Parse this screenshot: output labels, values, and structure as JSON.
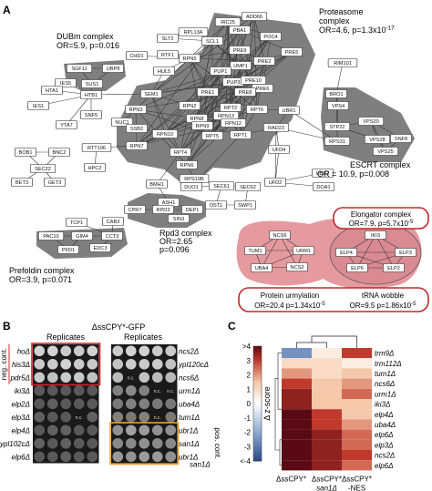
{
  "panel_letters": {
    "a": "A",
    "b": "B",
    "c": "C"
  },
  "network": {
    "complexes": {
      "proteasome": {
        "name": "Proteasome",
        "name2": "complex",
        "stats": "OR=4.6, p=1.3x10",
        "exp": "-17"
      },
      "dubm": {
        "name": "DUBm complex",
        "stats": "OR=5.9, p=0.016"
      },
      "escrt": {
        "name": "ESCRT complex",
        "stats": "OR = 10.9, p=0.008"
      },
      "rpd3": {
        "name": "Rpd3 complex",
        "or": "OR=2.65",
        "p": "p=0.096"
      },
      "prefoldin": {
        "name": "Prefoldin complex",
        "stats": "OR=3.9, p=0.071"
      },
      "elongator": {
        "name": "Elongator complex",
        "stats": "OR=7.9, p=5.7x10",
        "exp": "-5"
      },
      "urmylation": {
        "name": "Protein urmylation",
        "stats": "OR=20.4 p=1.34x10",
        "exp": "-5"
      },
      "wobble": {
        "name": "tRNA wobble",
        "stats": "OR=9.5 p=1.86x10",
        "exp": "-5"
      }
    },
    "nodes": {
      "IRC25": "IRC25",
      "ADD66": "ADD66",
      "PBA1": "PBA1",
      "POC4": "POC4",
      "SLT2": "SLT2",
      "RPL13A": "RPL13A",
      "SCL1": "SCL1",
      "RTF1": "RTF1",
      "PRE9": "PRE9",
      "PRE5": "PRE5",
      "HUL5": "HUL5",
      "RPN5": "RPN5",
      "CHD1": "CHD1",
      "UMP1": "UMP1",
      "PRE2": "PRE2",
      "PUP1": "PUP1",
      "PUP3": "PUP3",
      "SGF11": "SGF11",
      "UBP8": "UBP8",
      "SUS1": "SUS1",
      "IES5": "IES5",
      "PRE10": "PRE10",
      "PRE6": "PRE6",
      "RIM101": "RIM101",
      "HTA1": "HTA1",
      "HTB1": "HTB1",
      "SEM1": "SEM1",
      "PRE1": "PRE1",
      "PRE8": "PRE8",
      "IES1": "IES1",
      "RPN3": "RPN3",
      "RPN2": "RPN2",
      "RPT2": "RPT2",
      "BRO1": "BRO1",
      "SNF5": "SNF5",
      "RPN8": "RPN8",
      "RPN13": "RPN13",
      "RPT6": "RPT6",
      "UBR1": "UBR1",
      "VPS4": "VPS4",
      "YTA7": "YTA7",
      "NUC1": "NUC1",
      "RPN9": "RPN9",
      "RPN12": "RPN12",
      "RAD23": "RAD23",
      "STP22": "STP22",
      "VPS20": "VPS20",
      "SSB2": "SSB2",
      "RPN10": "RPN10",
      "RPT5": "RPT5",
      "RPT1": "RPT1",
      "RPS31": "RPS31",
      "VPS28": "VPS28",
      "SNF8": "SNF8",
      "RTT106": "RTT106",
      "RPN7": "RPN7",
      "RPT4": "RPT4",
      "UFD4": "UFD4",
      "VPS25": "VPS25",
      "BOB1": "BOB1",
      "BNC2": "BNC2",
      "RPN6": "RPN6",
      "SEC22": "SEC22",
      "HPC2": "HPC2",
      "RPS19B": "RPS19B",
      "BET3": "BET3",
      "GET3": "GET3",
      "UBX2": "UBX2",
      "BMH1": "BMH1",
      "DUO1": "DUO1",
      "SEC61": "SEC61",
      "SEC62": "SEC62",
      "UFD2": "UFD2",
      "DOA1": "DOA1",
      "ASH1": "ASH1",
      "CPR7": "CPR7",
      "RPD3": "RPD3",
      "DEP1": "DEP1",
      "OST1": "OST1",
      "SWP1": "SWP1",
      "SIN3": "SIN3",
      "TCP1": "TCP1",
      "CAB3": "CAB3",
      "PAC10": "PAC10",
      "GIM4": "GIM4",
      "CCT3": "CCT3",
      "PFD1": "PFD1",
      "EDC3": "EDC3",
      "NCS6": "NCS6",
      "IKI3": "IKI3",
      "TUM1": "TUM1",
      "URM1": "URM1",
      "ELP4": "ELP4",
      "ELP3": "ELP3",
      "UBA4": "UBA4",
      "NCS2": "NCS2",
      "ELP6": "ELP6",
      "ELP2": "ELP2"
    }
  },
  "spot_assay": {
    "title": "ΔssCPY*-GFP",
    "replicates_left": "Replicates",
    "replicates_right": "Replicates",
    "neg_label": "neg. cont.",
    "pos_label": "pos. cont.",
    "nc_label": "n.c.",
    "left_rows": [
      "hoΔ",
      "his3Δ",
      "pdr5Δ",
      "iki3Δ",
      "elp2Δ",
      "elp3Δ",
      "elp4Δ",
      "ypl102cΔ",
      "elp6Δ"
    ],
    "right_rows": [
      "ncs2Δ",
      "ypl120cΔ",
      "ncs6Δ",
      "urm1Δ",
      "uba4Δ",
      "tum1Δ",
      "ubr1Δ",
      "san1Δ",
      "ubr1Δ"
    ],
    "right_row_extra": "san1Δ",
    "left_intensity": [
      [
        0.95,
        0.95,
        0.9,
        0.9,
        0.95
      ],
      [
        0.9,
        0.9,
        0.95,
        0.9,
        0.9
      ],
      [
        0.9,
        0.85,
        0.9,
        0.9,
        0.85
      ],
      [
        0.2,
        0.2,
        0.2,
        0.2,
        0.2
      ],
      [
        0.2,
        0.25,
        0.2,
        0.2,
        0.2
      ],
      [
        0.25,
        0.2,
        0.2,
        0.2,
        0.25
      ],
      [
        0.2,
        0.25,
        0.25,
        0.2,
        0.2
      ],
      [
        0.25,
        0.2,
        0.25,
        0.2,
        0.2
      ],
      [
        0.2,
        0.2,
        0.25,
        0.2,
        0.2
      ]
    ],
    "left_nc": [
      [
        5,
        3
      ]
    ],
    "right_intensity": [
      [
        0.9,
        0.95,
        0.95,
        0.9,
        0.9
      ],
      [
        0.85,
        0.9,
        0.9,
        0.9,
        0.85
      ],
      [
        0.8,
        0.85,
        0.85,
        0.8,
        0.8
      ],
      [
        0.45,
        0.5,
        0.45,
        0.45,
        0.45
      ],
      [
        0.4,
        0.45,
        0.45,
        0.4,
        0.4
      ],
      [
        0.45,
        0.4,
        0.45,
        0.45,
        0.4
      ],
      [
        0.55,
        0.65,
        0.6,
        0.55,
        0.55
      ],
      [
        0.5,
        0.5,
        0.55,
        0.5,
        0.5
      ],
      [
        0.6,
        0.55,
        0.6,
        0.6,
        0.55
      ]
    ],
    "right_nc": [
      [
        2,
        1
      ],
      [
        3,
        3
      ],
      [
        3,
        4
      ],
      [
        5,
        3
      ]
    ]
  },
  "chart_data": {
    "type": "heatmap",
    "columns": [
      "ΔssCPY*",
      "ΔssCPY*\nsan1Δ",
      "ΔssCPY*\n-NES"
    ],
    "rows": [
      "trm9Δ",
      "trm112Δ",
      "tum1Δ",
      "ncs6Δ",
      "urm1Δ",
      "iki3Δ",
      "elp4Δ",
      "uba4Δ",
      "elp6Δ",
      "elp3Δ",
      "ncs2Δ",
      "elp6Δ"
    ],
    "values": [
      [
        -2.5,
        0.5,
        3.0
      ],
      [
        1.0,
        1.0,
        0.5
      ],
      [
        2.0,
        1.0,
        1.5
      ],
      [
        3.0,
        1.5,
        2.0
      ],
      [
        3.5,
        1.5,
        2.5
      ],
      [
        3.5,
        1.5,
        1.5
      ],
      [
        4.0,
        3.0,
        1.5
      ],
      [
        4.0,
        3.0,
        2.0
      ],
      [
        4.0,
        3.5,
        2.5
      ],
      [
        4.0,
        3.5,
        2.5
      ],
      [
        4.0,
        3.5,
        3.0
      ],
      [
        4.0,
        3.5,
        2.5
      ]
    ],
    "colorbar_ticks": [
      ">4",
      "3",
      "2",
      "1",
      "0",
      "-1",
      "-2",
      "-3",
      "<-4"
    ],
    "colorbar_label": "Δ z-score",
    "vlim": [
      -4,
      4
    ],
    "colors": {
      "high": "#5a0a14",
      "mid_high": "#c0392b",
      "low_high": "#f4c8a8",
      "zero": "#ffffff",
      "low": "#2b4a8a"
    }
  }
}
